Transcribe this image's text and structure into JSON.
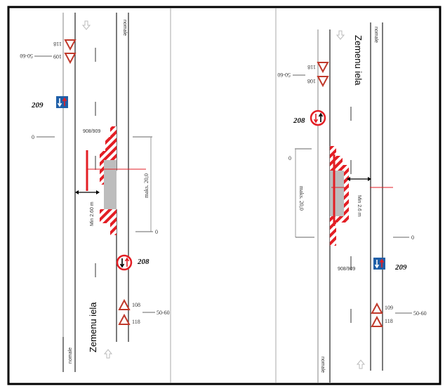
{
  "left_scheme": {
    "street_name": "Zemenu iela",
    "shoulder_top": "nomale",
    "shoulder_bottom": "nomale",
    "sign_top_1": "118",
    "sign_top_2": "109",
    "speed_top": "50-60",
    "sign_209": "209",
    "zero_top": "0",
    "marking": "908/909",
    "max_length": "maks. 20,0",
    "min_width": "Min 2.60 m",
    "zero_bottom": "0",
    "sign_208": "208",
    "sign_bottom_1": "108",
    "sign_bottom_2": "118",
    "speed_bottom": "50-60"
  },
  "right_scheme": {
    "street_name": "Zemenu iela",
    "shoulder_top": "nomale",
    "shoulder_bottom": "nomale",
    "sign_top_1": "118",
    "sign_top_2": "108",
    "speed_top": "50-60",
    "sign_208": "208",
    "zero_top": "0",
    "max_length": "maks. 20,0",
    "min_width": "Min 2.6 m",
    "zero_bottom": "0",
    "sign_209": "209",
    "marking": "908/909",
    "sign_bottom_1": "109",
    "sign_bottom_2": "118",
    "speed_bottom": "50-60"
  },
  "colors": {
    "red": "#e31e24",
    "blue": "#1f5fa8",
    "grey": "#bdbdbd"
  }
}
